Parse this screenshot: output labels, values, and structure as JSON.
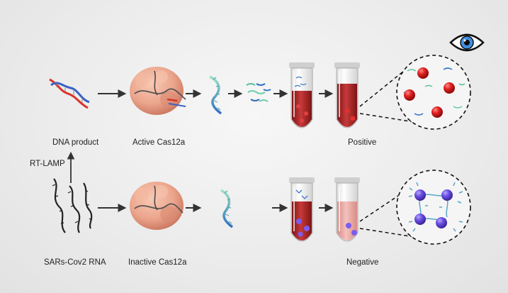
{
  "labels": {
    "dna_product": "DNA product",
    "active_cas12a": "Active Cas12a",
    "positive": "Positive",
    "rt_lamp": "RT-LAMP",
    "sars_rna": "SARs-Cov2 RNA",
    "inactive_cas12a": "Inactive Cas12a",
    "negative": "Negative"
  },
  "colors": {
    "dna_red": "#d9342b",
    "dna_blue": "#3a62c6",
    "rna_green": "#7fd0b5",
    "rna_blue": "#2f6fc0",
    "protein": "#eba58c",
    "liquid_red": "#a82222",
    "liquid_pink": "#e9a6a3",
    "particle_red": "#d81d1d",
    "particle_purple": "#6a4fe0",
    "arrow": "#333333"
  },
  "icons": [
    "eye-icon"
  ]
}
